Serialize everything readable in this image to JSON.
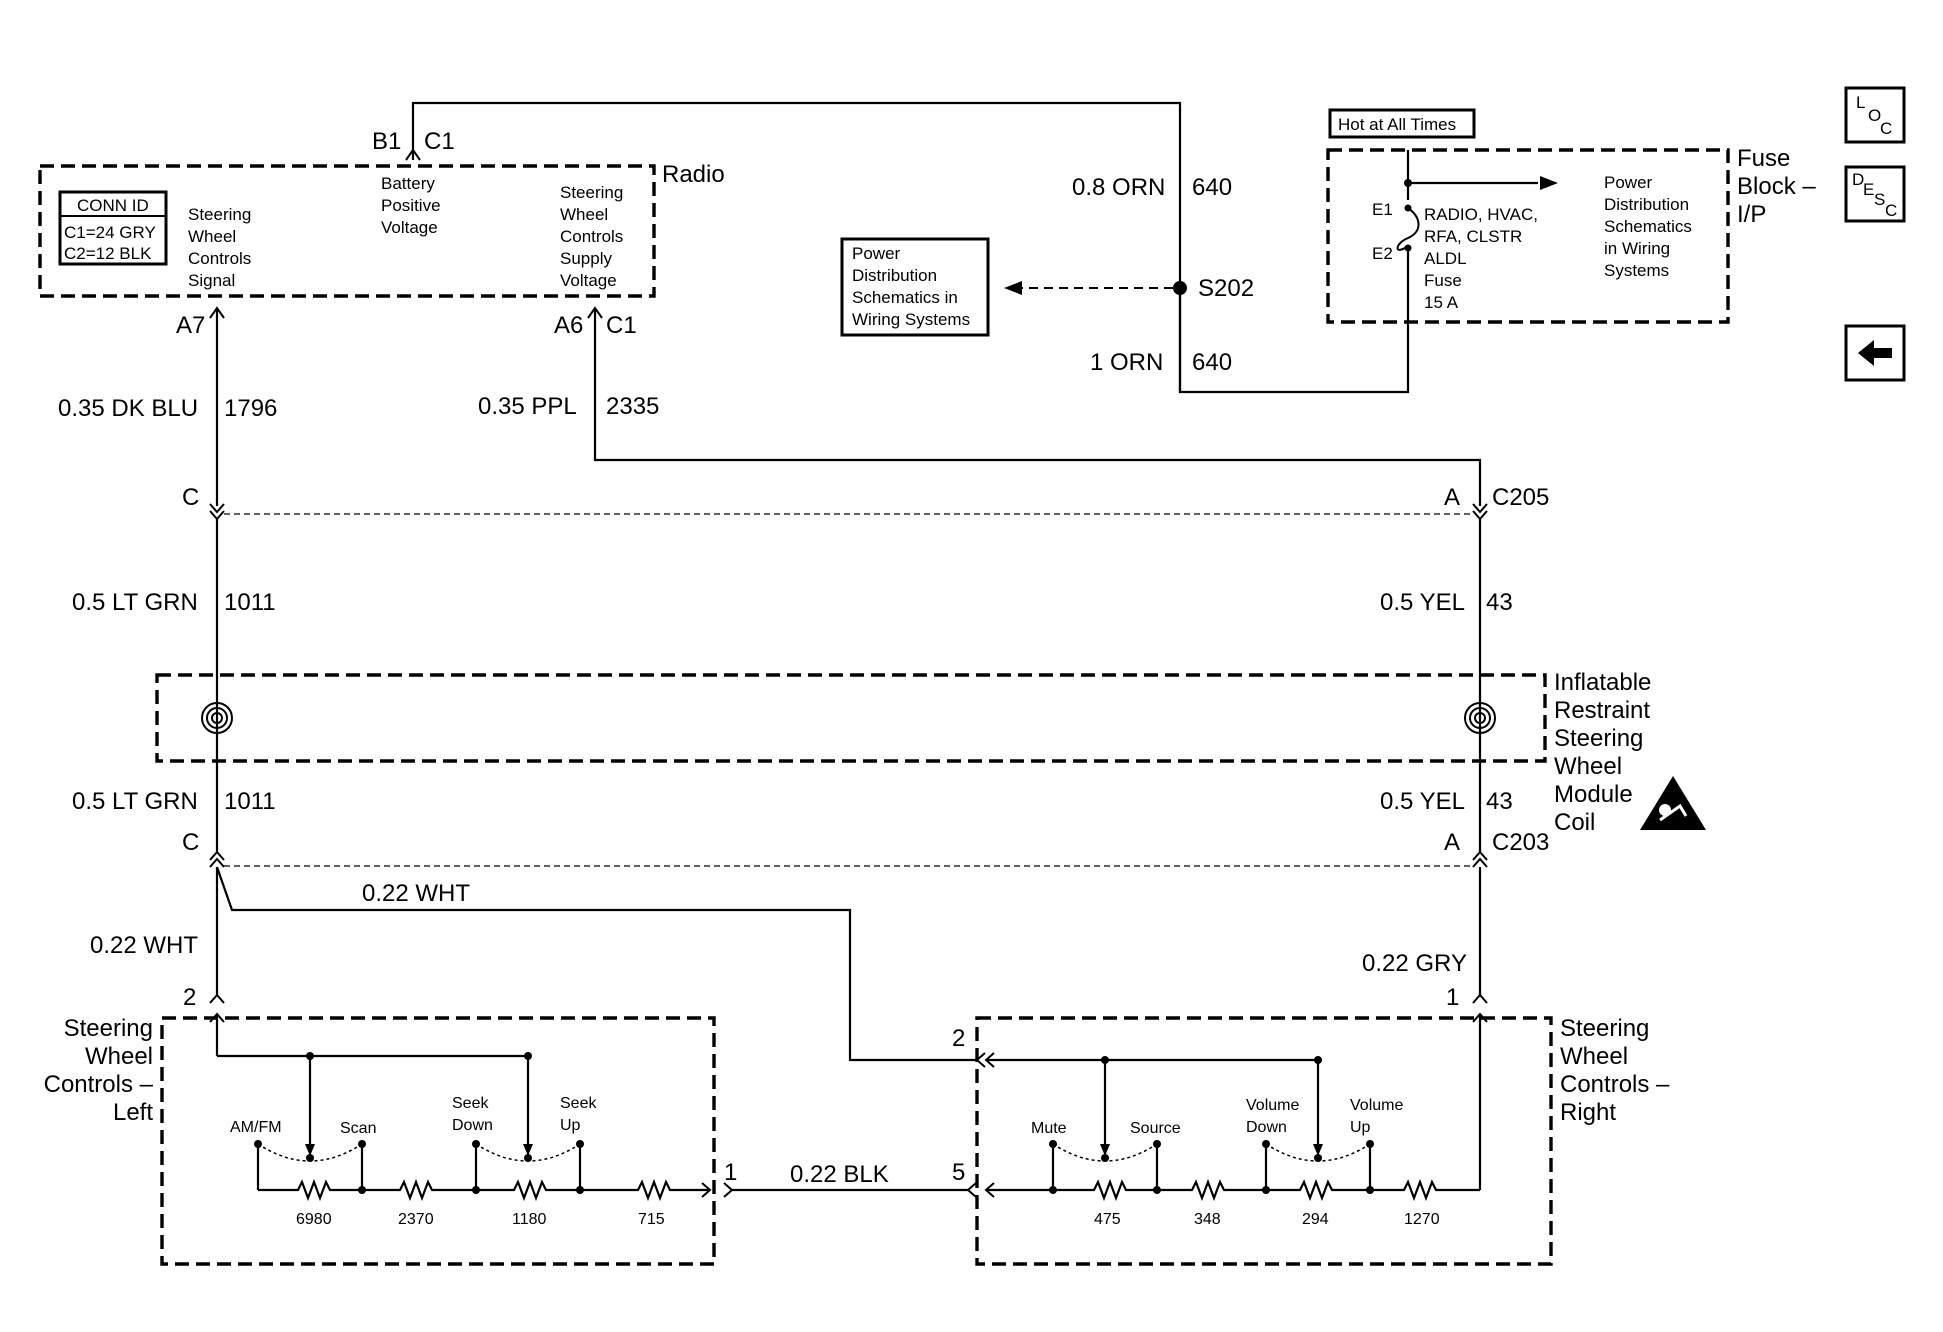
{
  "radio": {
    "title": "Radio",
    "conn_id_label": "CONN ID",
    "conn_c1": "C1=24 GRY",
    "conn_c2": "C2=12 BLK",
    "sig_label": [
      "Steering",
      "Wheel",
      "Controls",
      "Signal"
    ],
    "batt_label": [
      "Battery",
      "Positive",
      "Voltage"
    ],
    "supply_label": [
      "Steering",
      "Wheel",
      "Controls",
      "Supply",
      "Voltage"
    ],
    "pin_b1": "B1",
    "pin_b1_conn": "C1",
    "pin_a7": "A7",
    "pin_a6": "A6",
    "pin_a6_conn": "C1"
  },
  "wires": {
    "w_1796_gauge": "0.35 DK BLU",
    "w_1796_circuit": "1796",
    "w_2335_gauge": "0.35 PPL",
    "w_2335_circuit": "2335",
    "w_640a_gauge": "0.8 ORN",
    "w_640a_circuit": "640",
    "w_640b_gauge": "1 ORN",
    "w_640b_circuit": "640",
    "w_1011a_gauge": "0.5 LT GRN",
    "w_1011a_circuit": "1011",
    "w_43a_gauge": "0.5 YEL",
    "w_43a_circuit": "43",
    "w_1011b_gauge": "0.5 LT GRN",
    "w_1011b_circuit": "1011",
    "w_43b_gauge": "0.5 YEL",
    "w_43b_circuit": "43",
    "wht_top": "0.22 WHT",
    "wht_left": "0.22 WHT",
    "gry_right": "0.22 GRY",
    "blk_mid": "0.22 BLK"
  },
  "splice": {
    "label": "S202"
  },
  "power_dist_box": [
    "Power",
    "Distribution",
    "Schematics in",
    "Wiring Systems"
  ],
  "fuse_block": {
    "hot_label": "Hot at All Times",
    "title": [
      "Fuse",
      "Block –",
      "I/P"
    ],
    "e1": "E1",
    "e2": "E2",
    "fuse_desc": [
      "RADIO, HVAC,",
      "RFA, CLSTR",
      "ALDL",
      "Fuse",
      "15 A"
    ],
    "ref": [
      "Power",
      "Distribution",
      "Schematics",
      "in Wiring",
      "Systems"
    ]
  },
  "connectors": {
    "c205": "C205",
    "c205_pin_left": "C",
    "c205_pin_right": "A",
    "c203": "C203",
    "c203_pin_left": "C",
    "c203_pin_right": "A"
  },
  "coil": {
    "title": [
      "Inflatable",
      "Restraint",
      "Steering",
      "Wheel",
      "Module",
      "Coil"
    ]
  },
  "left_controls": {
    "title": [
      "Steering",
      "Wheel",
      "Controls –",
      "Left"
    ],
    "pin_top": "2",
    "pin_right": "1",
    "sw_amfm": "AM/FM",
    "sw_scan": "Scan",
    "sw_seekdown": [
      "Seek",
      "Down"
    ],
    "sw_seekup": [
      "Seek",
      "Up"
    ],
    "r1": "6980",
    "r2": "2370",
    "r3": "1180",
    "r4": "715"
  },
  "right_controls": {
    "title": [
      "Steering",
      "Wheel",
      "Controls –",
      "Right"
    ],
    "pin_top": "1",
    "pin_left_top": "2",
    "pin_left_bottom": "5",
    "sw_mute": "Mute",
    "sw_source": "Source",
    "sw_voldown": [
      "Volume",
      "Down"
    ],
    "sw_volup": [
      "Volume",
      "Up"
    ],
    "r1": "475",
    "r2": "348",
    "r3": "294",
    "r4": "1270"
  },
  "nav": {
    "loc": [
      "L",
      "O",
      "C"
    ],
    "desc": [
      "D",
      "E",
      "S",
      "C"
    ]
  },
  "icons": {
    "loc_button": "loc-icon",
    "desc_button": "desc-icon",
    "back_button": "back-arrow-icon",
    "airbag_warning": "airbag-warning-icon"
  }
}
